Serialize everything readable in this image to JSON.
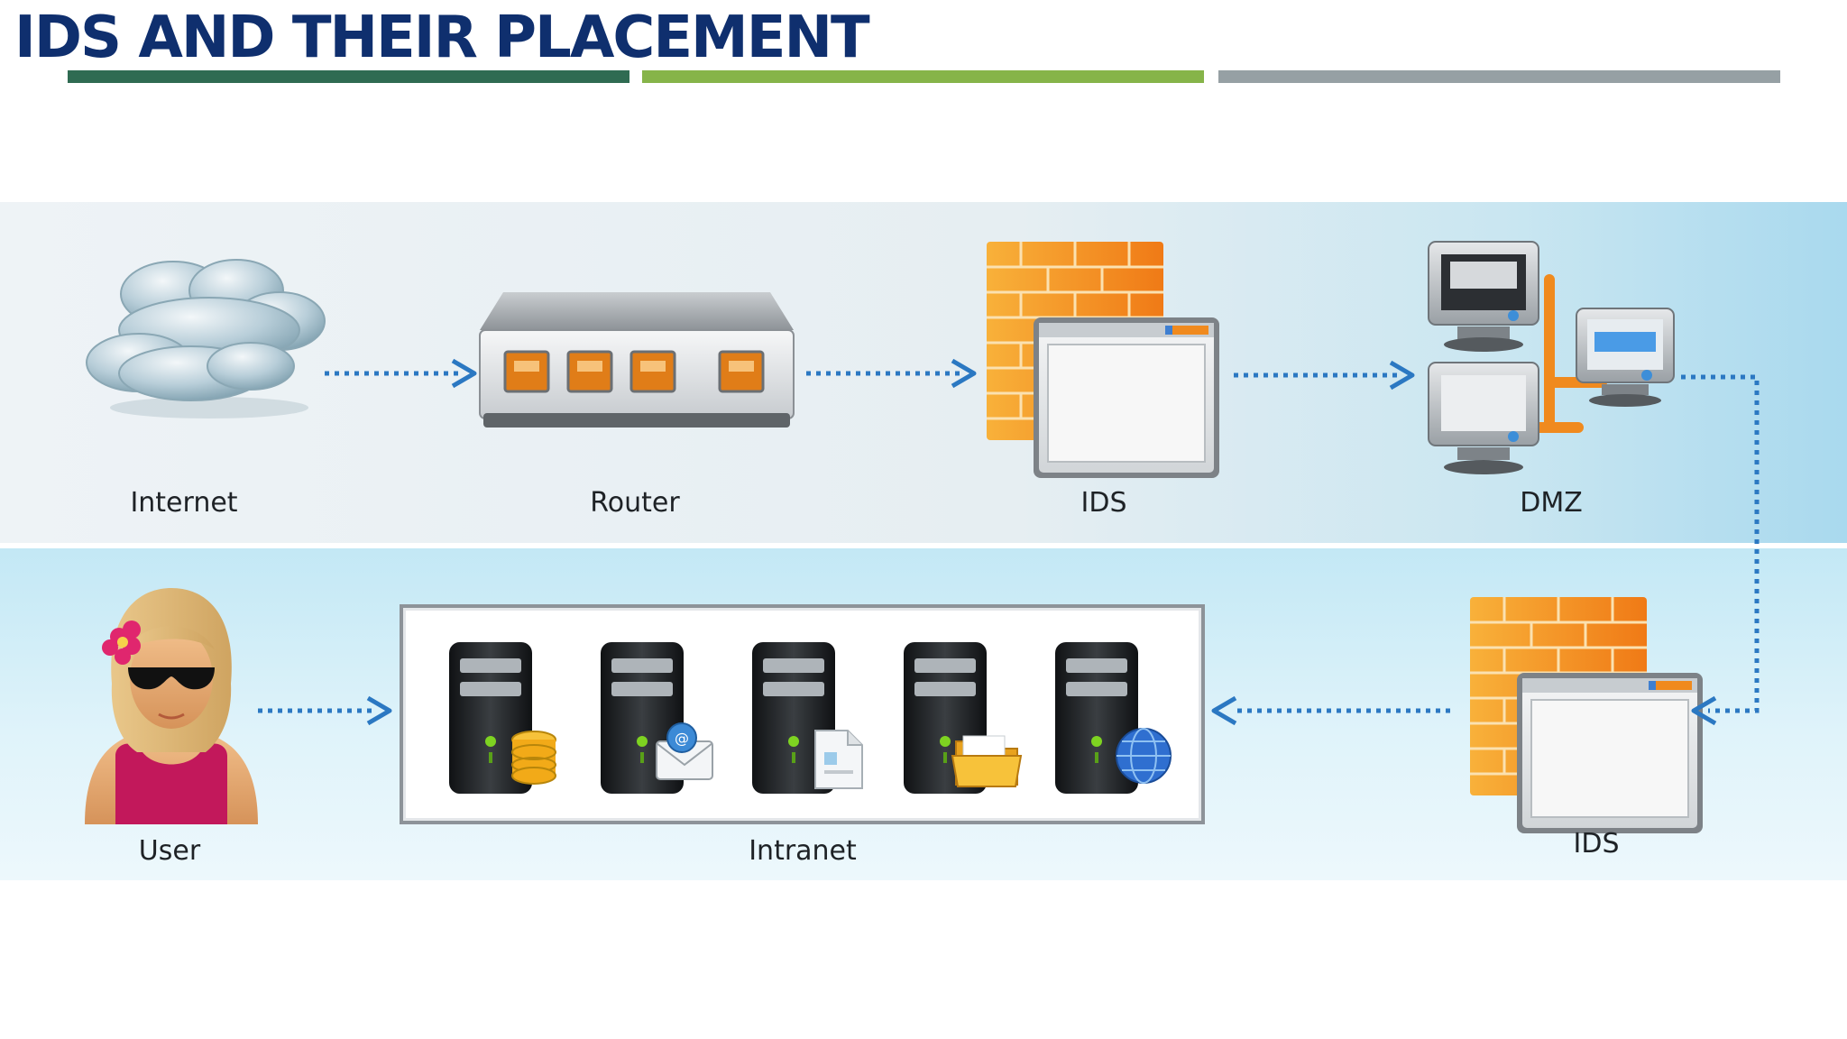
{
  "slide": {
    "title": "IDS AND THEIR PLACEMENT"
  },
  "colors": {
    "title": "#0f2f6e",
    "rule_dark_green": "#2f6b52",
    "rule_light_green": "#86b449",
    "rule_gray": "#96a0a4",
    "arrow_blue": "#2b78c2",
    "firewall_orange": "#f29122"
  },
  "diagram": {
    "nodes": [
      {
        "id": "internet",
        "label": "Internet",
        "icon": "cloud-icon"
      },
      {
        "id": "router",
        "label": "Router",
        "icon": "router-icon"
      },
      {
        "id": "ids_top",
        "label": "IDS",
        "icon": "firewall-icon"
      },
      {
        "id": "dmz",
        "label": "DMZ",
        "icon": "computer-network-icon"
      },
      {
        "id": "ids_bottom",
        "label": "IDS",
        "icon": "firewall-icon"
      },
      {
        "id": "intranet",
        "label": "Intranet",
        "icon": "server-group-icon"
      },
      {
        "id": "user",
        "label": "User",
        "icon": "user-avatar-icon"
      }
    ],
    "intranet_servers": [
      {
        "icon": "database-icon"
      },
      {
        "icon": "mail-icon"
      },
      {
        "icon": "document-icon"
      },
      {
        "icon": "folder-icon"
      },
      {
        "icon": "globe-icon"
      }
    ],
    "edges": [
      {
        "from": "internet",
        "to": "router"
      },
      {
        "from": "router",
        "to": "ids_top"
      },
      {
        "from": "ids_top",
        "to": "dmz"
      },
      {
        "from": "dmz",
        "to": "ids_bottom"
      },
      {
        "from": "ids_bottom",
        "to": "intranet"
      },
      {
        "from": "user",
        "to": "intranet"
      }
    ]
  }
}
